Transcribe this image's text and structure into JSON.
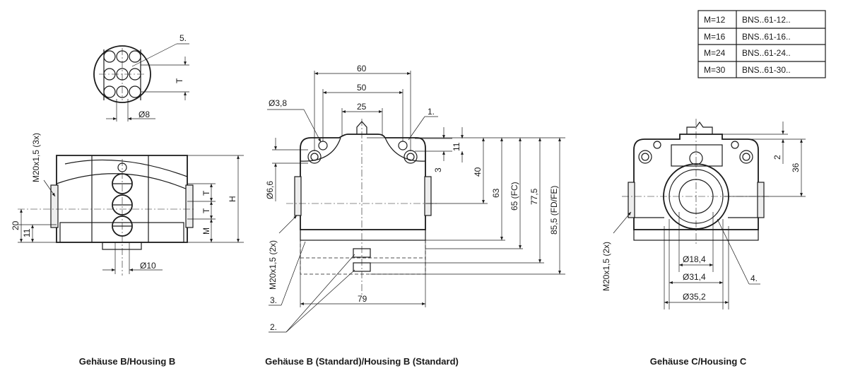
{
  "table": {
    "rows": [
      {
        "m": "M=12",
        "code": "BNS..61-12.."
      },
      {
        "m": "M=16",
        "code": "BNS..61-16.."
      },
      {
        "m": "M=24",
        "code": "BNS..61-24.."
      },
      {
        "m": "M=30",
        "code": "BNS..61-30.."
      }
    ]
  },
  "captions": {
    "left": "Gehäuse B/Housing B",
    "middle": "Gehäuse B (Standard)/Housing B (Standard)",
    "right": "Gehäuse C/Housing C"
  },
  "left_view": {
    "callout_5": "5.",
    "dia_8": "Ø8",
    "t_top": "T",
    "thread_3x": "M20x1,5 (3x)",
    "t1": "T",
    "t2": "T",
    "m": "M",
    "h": "H",
    "d20": "20",
    "d11": "11",
    "dia_10": "Ø10"
  },
  "middle_view": {
    "d60": "60",
    "d50": "50",
    "d25": "25",
    "dia_38": "Ø3,8",
    "callout_1": "1.",
    "d11": "11",
    "d3": "3",
    "d40": "40",
    "d63": "63",
    "d65": "65 (FC)",
    "d775": "77,5",
    "d855": "85,5 (FD/FE)",
    "dia_66": "Ø6,6",
    "thread_2x": "M20x1,5 (2x)",
    "callout_3": "3.",
    "d79": "79",
    "callout_2": "2."
  },
  "right_view": {
    "d2": "2",
    "d36": "36",
    "thread_2x": "M20x1,5 (2x)",
    "dia_184": "Ø18,4",
    "dia_314": "Ø31,4",
    "dia_352": "Ø35,2",
    "callout_4": "4."
  }
}
